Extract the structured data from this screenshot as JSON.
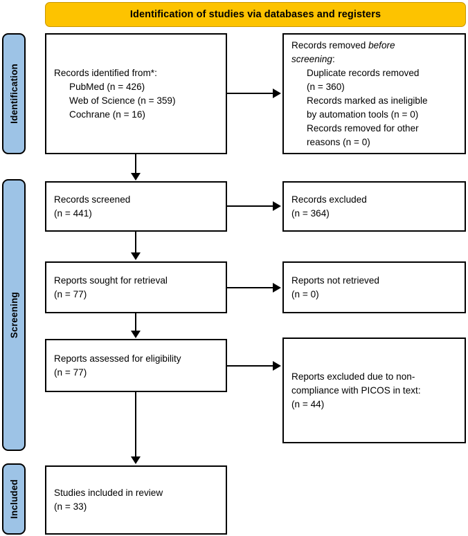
{
  "header": {
    "title": "Identification of studies via databases and registers",
    "background_color": "#FDC300"
  },
  "stages": {
    "identification": "Identification",
    "screening": "Screening",
    "included": "Included",
    "background_color": "#9DC3E6"
  },
  "boxes": {
    "identified": {
      "line1": "Records identified from*:",
      "line2": "PubMed (n = 426)",
      "line3": "Web of Science (n = 359)",
      "line4": "Cochrane (n = 16)"
    },
    "removed": {
      "line1_a": "Records removed ",
      "line1_b": "before",
      "line2_a": "screening",
      "line2_b": ":",
      "line3": "Duplicate records removed",
      "line4": "(n = 360)",
      "line5": "Records marked as ineligible",
      "line6": "by automation tools (n = 0)",
      "line7": "Records removed for other",
      "line8": "reasons (n = 0)"
    },
    "screened": {
      "line1": "Records screened",
      "line2": "(n = 441)"
    },
    "excluded": {
      "line1": "Records excluded",
      "line2": "(n = 364)"
    },
    "sought": {
      "line1": "Reports sought for retrieval",
      "line2": "(n = 77)"
    },
    "not_retrieved": {
      "line1": "Reports not retrieved",
      "line2": "(n = 0)"
    },
    "assessed": {
      "line1": "Reports assessed for eligibility",
      "line2": "(n = 77)"
    },
    "excluded_picos": {
      "line1": "Reports excluded due to non-",
      "line2": "compliance with PICOS in text:",
      "line3": "(n = 44)"
    },
    "studies": {
      "line1": "Studies included in review",
      "line2": "(n = 33)"
    }
  }
}
